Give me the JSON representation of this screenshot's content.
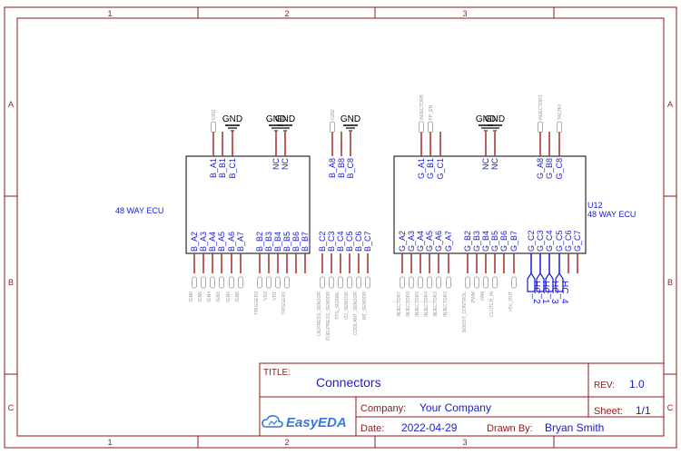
{
  "frame": {
    "columns": [
      "1",
      "2",
      "3"
    ],
    "rows": [
      "A",
      "B",
      "C"
    ]
  },
  "colors": {
    "frame": "#8b1a1a",
    "pin": "#a52a2a",
    "pin_blue": "#1a1ad6",
    "text_blue": "#1a1ad6",
    "net_label": "#9a9a9a",
    "body": "#000000",
    "accent_green": "#2a9a2a"
  },
  "left_block": {
    "name": "48 WAY ECU",
    "top_pins": [
      {
        "label": "B_A1",
        "net": "IGN1"
      },
      {
        "label": "B_B1",
        "net": ""
      },
      {
        "label": "B_C1",
        "net": "GND"
      },
      {
        "label": "NC",
        "net": "GND"
      },
      {
        "label": "NC",
        "net": "GND"
      },
      {
        "label": "B_A8",
        "net": "IGN2"
      },
      {
        "label": "B_B8",
        "net": ""
      },
      {
        "label": "B_C8",
        "net": "GND"
      }
    ],
    "bottom_pins": [
      {
        "label": "B_A2",
        "net": "IGN6"
      },
      {
        "label": "B_A3",
        "net": "IGN5"
      },
      {
        "label": "B_A4",
        "net": "IGN4"
      },
      {
        "label": "B_A5",
        "net": "IGN3"
      },
      {
        "label": "B_A6",
        "net": "IGN4"
      },
      {
        "label": "B_A7",
        "net": "IGN5"
      },
      {
        "label": "B_B2",
        "net": "TRIGGER2"
      },
      {
        "label": "B_B3",
        "net": "VR2"
      },
      {
        "label": "B_B4",
        "net": "VR1"
      },
      {
        "label": "B_B5",
        "net": "TRIGGER1"
      },
      {
        "label": "B_B6",
        "net": ""
      },
      {
        "label": "B_B7",
        "net": ""
      },
      {
        "label": "B_C2",
        "net": "OILPRESS_SENSOR"
      },
      {
        "label": "B_C3",
        "net": "FUELPRESS_SENSOR"
      },
      {
        "label": "B_C4",
        "net": "TPS_SIGNAL"
      },
      {
        "label": "B_C5",
        "net": "O2_SENSOR"
      },
      {
        "label": "B_C6",
        "net": "COOLANT_SENSOR"
      },
      {
        "label": "B_C7",
        "net": "IAT_SENSOR"
      }
    ]
  },
  "right_block": {
    "designator": "U12",
    "name": "48 WAY ECU",
    "top_pins": [
      {
        "label": "G_A1",
        "net": "INJECTOR8"
      },
      {
        "label": "G_B1",
        "net": "FP_EN"
      },
      {
        "label": "G_C1",
        "net": ""
      },
      {
        "label": "NC",
        "net": "GND"
      },
      {
        "label": "NC",
        "net": "GND"
      },
      {
        "label": "G_A8",
        "net": "INJECTOR1"
      },
      {
        "label": "G_B8",
        "net": ""
      },
      {
        "label": "G_C8",
        "net": "TACHO"
      }
    ],
    "bottom_pins": [
      {
        "label": "G_A2",
        "net": "INJECTOR7"
      },
      {
        "label": "G_A3",
        "net": "INJECTOR6"
      },
      {
        "label": "G_A4",
        "net": "INJECTOR5"
      },
      {
        "label": "G_A5",
        "net": "INJECTOR4"
      },
      {
        "label": "G_A6",
        "net": "INJECTOR3"
      },
      {
        "label": "G_A7",
        "net": "INJECTOR2"
      },
      {
        "label": "G_B2",
        "net": "BOOST_CONTROL"
      },
      {
        "label": "G_B3",
        "net": "PWM"
      },
      {
        "label": "G_B4",
        "net": "FAN"
      },
      {
        "label": "G_B5",
        "net": "CLUTCH_IN"
      },
      {
        "label": "G_B6",
        "net": ""
      },
      {
        "label": "G_B7",
        "net": "+5V_OUT"
      },
      {
        "label": "G_C2",
        "net": "HC_2"
      },
      {
        "label": "G_C3",
        "net": "HC_1"
      },
      {
        "label": "G_C4",
        "net": "HC_3"
      },
      {
        "label": "G_C5",
        "net": "HC_4"
      },
      {
        "label": "G_C6",
        "net": ""
      },
      {
        "label": "G_C7",
        "net": ""
      }
    ]
  },
  "ground_symbol_label": "GND",
  "title_block": {
    "title_label": "TITLE:",
    "title": "Connectors",
    "rev_label": "REV:",
    "rev": "1.0",
    "company_label": "Company:",
    "company": "Your Company",
    "sheet_label": "Sheet:",
    "sheet": "1/1",
    "date_label": "Date:",
    "date": "2022-04-29",
    "drawn_by_label": "Drawn By:",
    "drawn_by": "Bryan Smith",
    "logo_text": "EasyEDA"
  }
}
